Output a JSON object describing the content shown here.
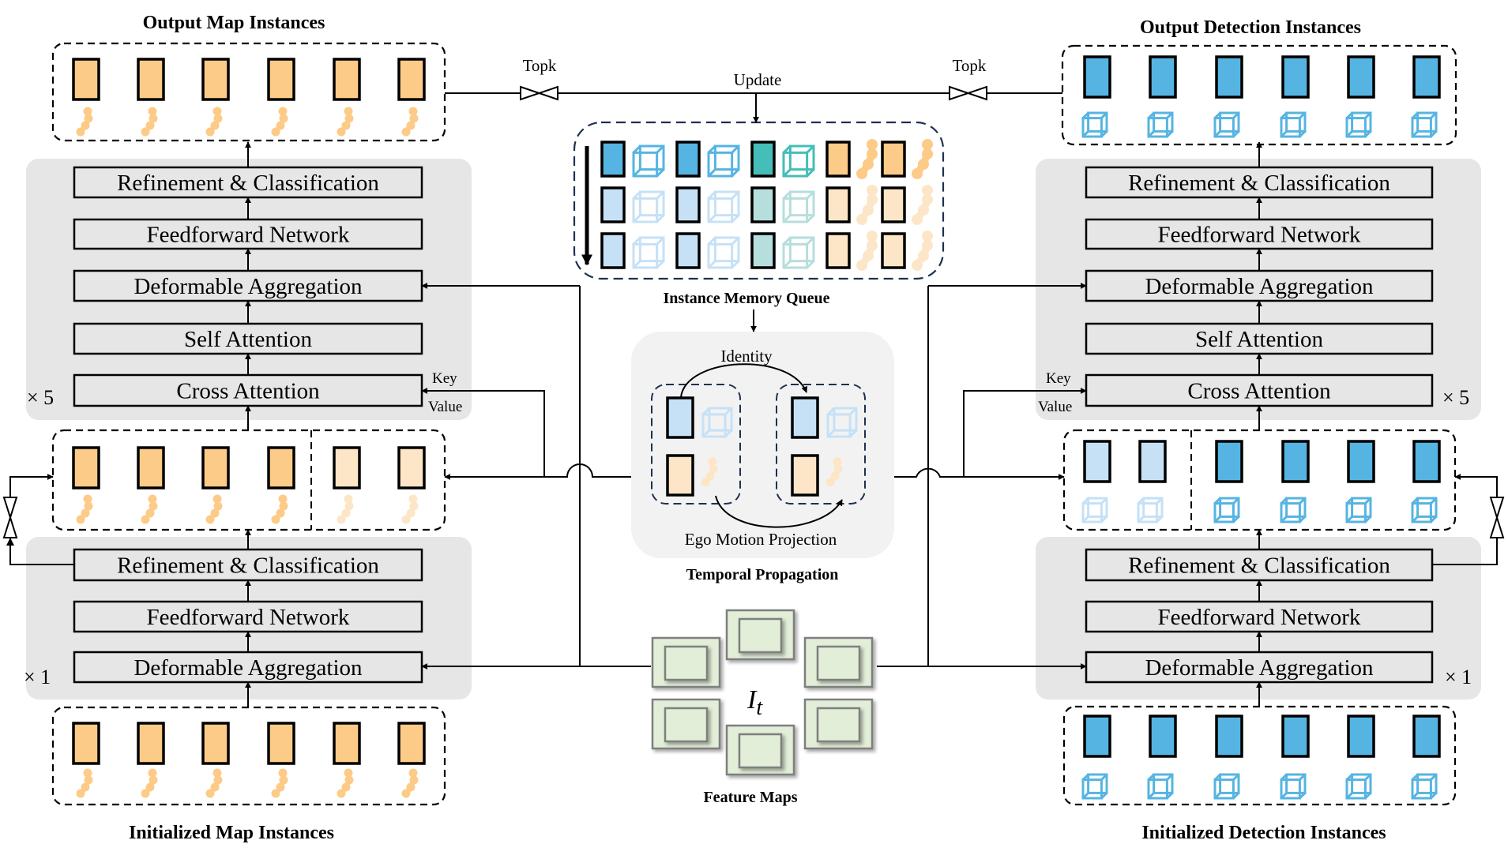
{
  "titles": {
    "output_map": "Output Map Instances",
    "output_detection": "Output Detection Instances",
    "initialized_map": "Initialized Map Instances",
    "initialized_detection": "Initialized Detection Instances",
    "memory_queue": "Instance Memory Queue",
    "temporal_propagation": "Temporal Propagation",
    "feature_maps": "Feature Maps"
  },
  "labels": {
    "topk_left": "Topk",
    "topk_right": "Topk",
    "update": "Update",
    "identity": "Identity",
    "ego_motion": "Ego Motion Projection",
    "key": "Key",
    "value": "Value",
    "feature_symbol": "I",
    "feature_subscript": "t"
  },
  "map_decoder": {
    "upper_repeat": "× 5",
    "lower_repeat": "× 1",
    "upper_blocks": [
      "Refinement & Classification",
      "Feedforward Network",
      "Deformable Aggregation",
      "Self Attention",
      "Cross Attention"
    ],
    "lower_blocks": [
      "Refinement & Classification",
      "Feedforward Network",
      "Deformable Aggregation"
    ]
  },
  "detection_decoder": {
    "upper_repeat": "× 5",
    "lower_repeat": "× 1",
    "upper_blocks": [
      "Refinement & Classification",
      "Feedforward Network",
      "Deformable Aggregation",
      "Self Attention",
      "Cross Attention"
    ],
    "lower_blocks": [
      "Refinement & Classification",
      "Feedforward Network",
      "Deformable Aggregation"
    ]
  },
  "instances": {
    "map_count": 6,
    "detection_count": 6,
    "map_middle_temporal_count": 2,
    "detection_middle_temporal_count": 2
  },
  "colors": {
    "map": "#FDCB88",
    "map_light": "#FDE6C8",
    "det": "#56B4E2",
    "det_light": "#C6E1F6",
    "teal": "#45BDB8",
    "teal_light": "#B6DEDC",
    "panel_gray": "#E6E6E6",
    "temporal_bg": "#F2F2F2",
    "feature_fill": "#E2EED8",
    "navy_dash": "#1F3050"
  }
}
